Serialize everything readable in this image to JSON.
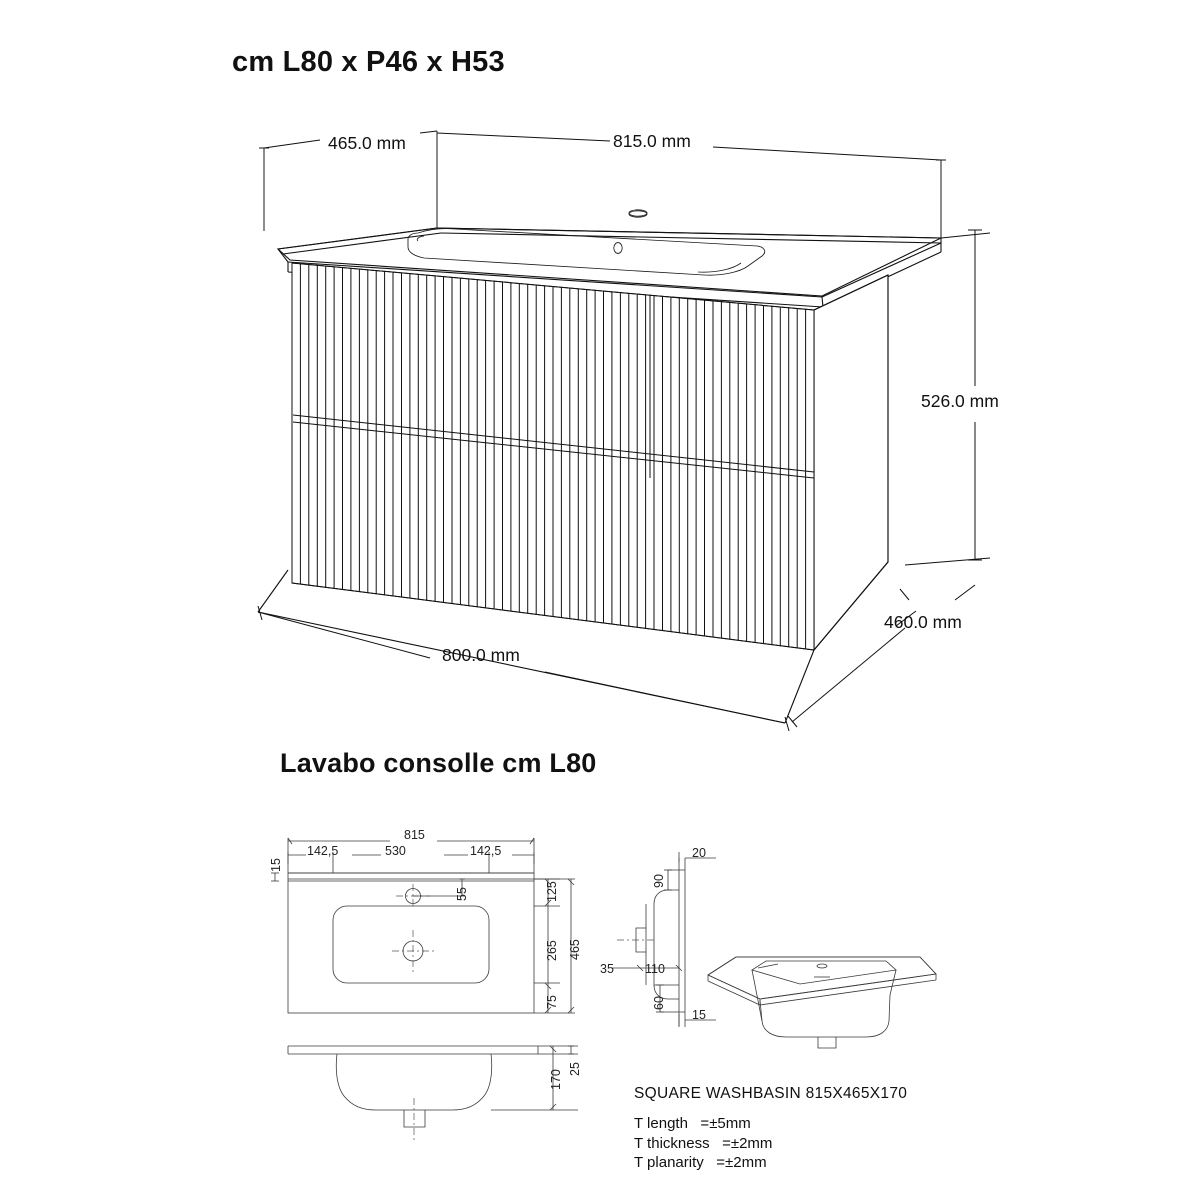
{
  "headings": {
    "top_title": "cm L80 x P46 x H53",
    "mid_title": "Lavabo consolle cm L80"
  },
  "iso_view": {
    "dims": [
      {
        "id": "depth_top",
        "label": "465.0 mm"
      },
      {
        "id": "width_top",
        "label": "815.0 mm"
      },
      {
        "id": "height",
        "label": "526.0 mm"
      },
      {
        "id": "width_base",
        "label": "800.0 mm"
      },
      {
        "id": "depth_base",
        "label": "460.0 mm"
      }
    ]
  },
  "plan_view": {
    "dims": {
      "total_width": "815",
      "left_offset": "142,5",
      "basin_width": "530",
      "right_offset": "142,5",
      "rim_thickness": "15",
      "tap_offset": "55",
      "back_band": "125",
      "basin_depth": "265",
      "front_band": "75",
      "total_depth": "465"
    }
  },
  "side_view": {
    "dims": {
      "top_edge": "20",
      "upper_height": "90",
      "overhang": "35",
      "inner_depth": "110",
      "lower_height": "60",
      "bottom_edge": "15"
    }
  },
  "section_view": {
    "dims": {
      "bowl_depth": "170",
      "rim_height": "25"
    }
  },
  "notes": {
    "heading": "SQUARE WASHBASIN 815X465X170",
    "lines": [
      "T length   =±5mm",
      "T thickness   =±2mm",
      "T planarity   =±2mm"
    ]
  },
  "colors": {
    "line": "#111111",
    "text": "#111111",
    "background": "#ffffff"
  }
}
